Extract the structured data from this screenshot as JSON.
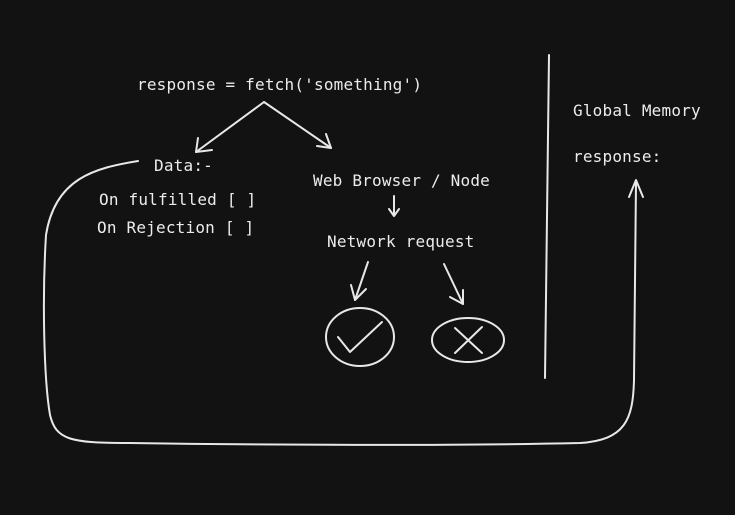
{
  "code_line": "response = fetch('something')",
  "data_box": {
    "title": "Data:-",
    "on_fulfilled": "On fulfilled [ ]",
    "on_rejection": "On Rejection [ ]"
  },
  "environment": {
    "label": "Web Browser / Node",
    "request": "Network request"
  },
  "memory": {
    "title": "Global Memory",
    "variable": "response:"
  },
  "colors": {
    "background": "#121212",
    "stroke": "#e8e8e8"
  }
}
